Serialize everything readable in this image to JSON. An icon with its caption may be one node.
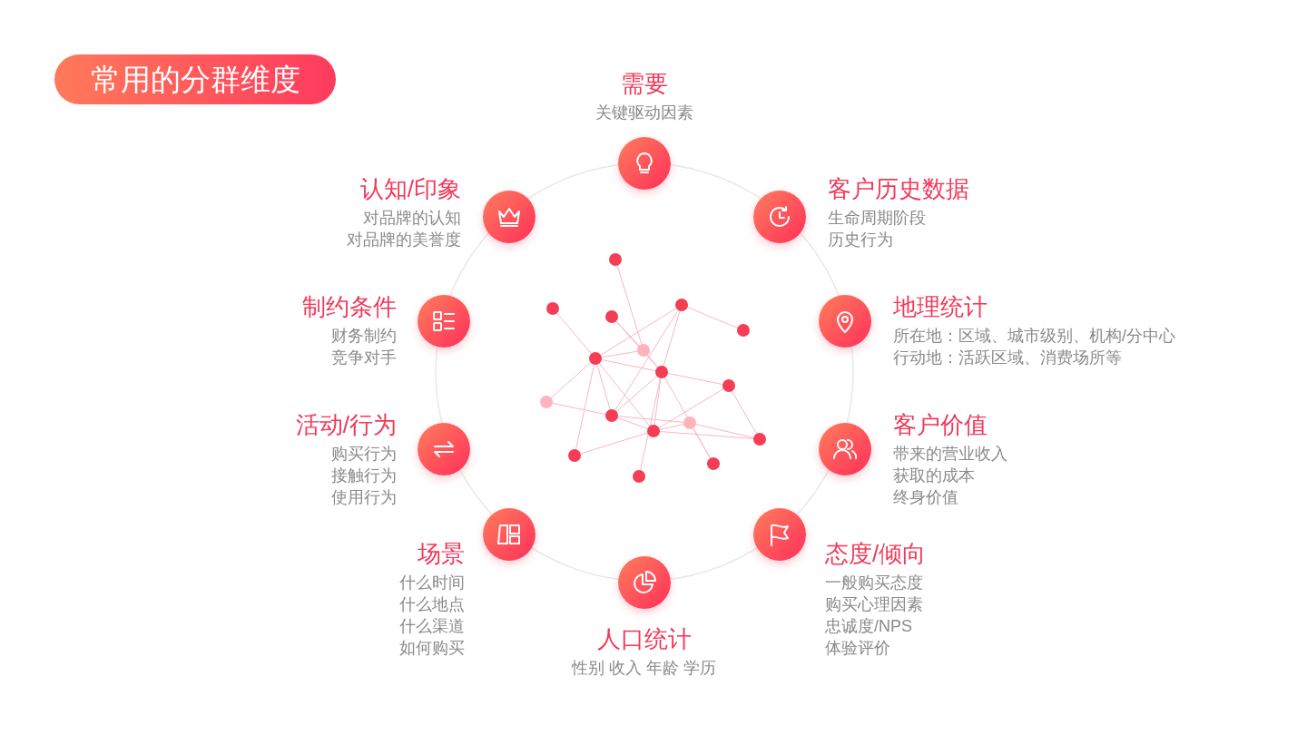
{
  "diagram": {
    "title": "常用的分群维度",
    "nodes": [
      {
        "text": [
          "需要",
          "关键驱动因素"
        ]
      },
      {
        "text": [
          "认知/印象",
          "对品牌的认知",
          "对品牌的美誉度"
        ]
      },
      {
        "text": [
          "客户历史数据",
          "生命周期阶段",
          "历史行为"
        ]
      },
      {
        "text": [
          "制约条件",
          "财务制约",
          "竞争对手"
        ]
      },
      {
        "text": [
          "地理统计",
          "所在地：区域、城市级别、机构/分中心",
          "行动地：活跃区域、消费场所等"
        ]
      },
      {
        "text": [
          "活动/行为",
          "购买行为",
          "接触行为",
          "使用行为"
        ]
      },
      {
        "text": [
          "客户价值",
          "带来的营业收入",
          "获取的成本",
          "终身价值"
        ]
      },
      {
        "text": [
          "场景",
          "什么时间",
          "什么地点",
          "什么渠道",
          "如何购买"
        ]
      },
      {
        "text": [
          "态度/倾向",
          "一般购买态度",
          "购买心理因素",
          "忠诚度/NPS",
          "体验评价"
        ]
      },
      {
        "text": [
          "人口统计",
          "性别 收入 年龄 学历"
        ]
      }
    ]
  }
}
